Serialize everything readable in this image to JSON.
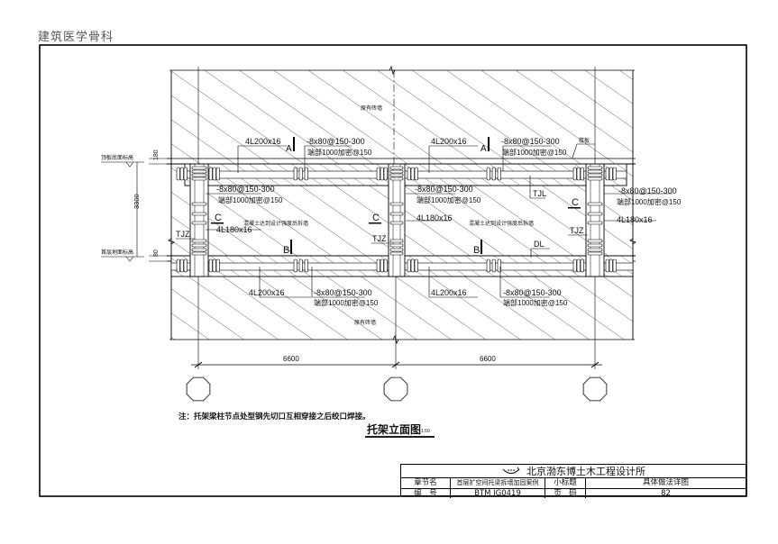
{
  "watermark": "建筑医学骨科",
  "drawing": {
    "title": "托架立面图",
    "scale": "1:50",
    "note": "注：托架梁柱节点处型钢先切口互相穿接之后绞口焊接。",
    "top_wall_label": "原有砖墙",
    "bottom_wall_label": "原有砖墙",
    "infill_label": "混凝土达到设计强度后拆墙",
    "upper_level_label": "顶板底面标高",
    "lower_level_label": "首层地面标高",
    "slab_label": "楼板",
    "dim_top_small": "180",
    "dim_bottom_small": "80",
    "dim_height": "3300",
    "dim_spans": [
      "6600",
      "6600"
    ],
    "beam_angle": "4L200x16",
    "column_angle": "4L180x16",
    "batten_plate": "-8x80@150-300",
    "end_zone": "端部1000加密@150",
    "section_marks": {
      "a": "A",
      "b": "B",
      "c": "C"
    },
    "member_labels": {
      "column": "TJZ",
      "beam": "TJL",
      "lintel": "DL"
    }
  },
  "title_block": {
    "company": "北京渤东博土木工程设计所",
    "chapter_label": "章节名",
    "chapter_value": "首层扩空间托梁拆墙加固案例",
    "subtitle_label": "小标题",
    "subtitle_value": "具体做法详图",
    "number_label": "编　号",
    "number_value": "BTM JG0419",
    "page_label": "页　码",
    "page_value": "82"
  }
}
